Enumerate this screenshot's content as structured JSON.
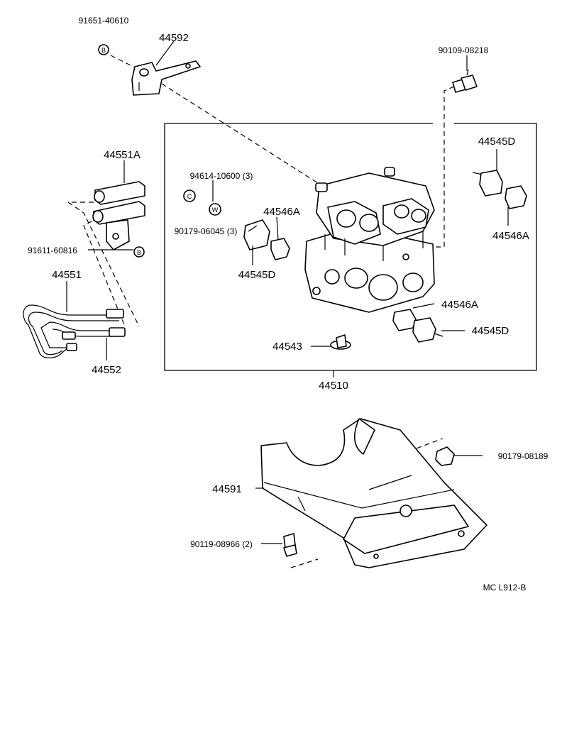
{
  "diagram": {
    "labels": {
      "p_91651_40610": "91651-40610",
      "p_44592": "44592",
      "p_90109_08218": "90109-08218",
      "p_44551A": "44551A",
      "p_94614_10600": "94614-10600 (3)",
      "p_90179_06045": "90179-06045 (3)",
      "p_44546A_1": "44546A",
      "p_44545D_1": "44545D",
      "p_44545D_top": "44545D",
      "p_44546A_right": "44546A",
      "p_91611_60816": "91611-60816",
      "p_44551": "44551",
      "p_44552": "44552",
      "p_44546A_2": "44546A",
      "p_44545D_2": "44545D",
      "p_44543": "44543",
      "p_44510": "44510",
      "p_90179_08189": "90179-08189",
      "p_44591": "44591",
      "p_90119_08966": "90119-08966 (2)",
      "diagram_code": "MC L912-B"
    },
    "symbols": {
      "b_top": "B",
      "b_mid": "B",
      "c_washer": "C",
      "w_washer": "W"
    }
  }
}
